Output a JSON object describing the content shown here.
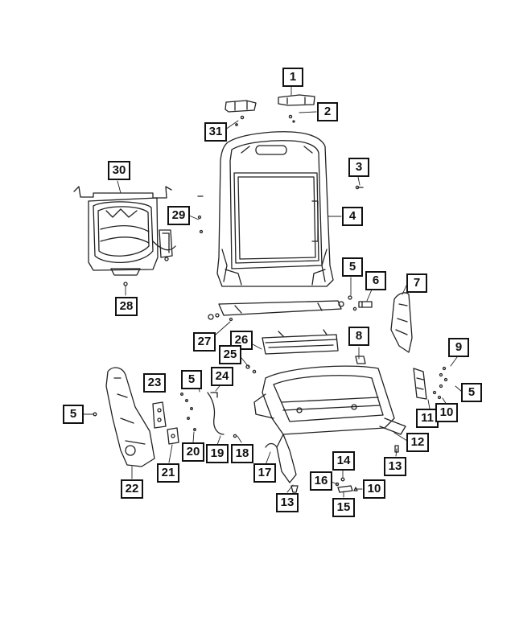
{
  "diagram": {
    "callouts": [
      {
        "id": "c1",
        "label": "1"
      },
      {
        "id": "c2",
        "label": "2"
      },
      {
        "id": "c31",
        "label": "31"
      },
      {
        "id": "c3",
        "label": "3"
      },
      {
        "id": "c30",
        "label": "30"
      },
      {
        "id": "c4",
        "label": "4"
      },
      {
        "id": "c29",
        "label": "29"
      },
      {
        "id": "c5a",
        "label": "5"
      },
      {
        "id": "c6",
        "label": "6"
      },
      {
        "id": "c7",
        "label": "7"
      },
      {
        "id": "c28",
        "label": "28"
      },
      {
        "id": "c27",
        "label": "27"
      },
      {
        "id": "c26",
        "label": "26"
      },
      {
        "id": "c25",
        "label": "25"
      },
      {
        "id": "c8",
        "label": "8"
      },
      {
        "id": "c9",
        "label": "9"
      },
      {
        "id": "c23",
        "label": "23"
      },
      {
        "id": "c5b",
        "label": "5"
      },
      {
        "id": "c24",
        "label": "24"
      },
      {
        "id": "c5c",
        "label": "5"
      },
      {
        "id": "c5d",
        "label": "5"
      },
      {
        "id": "c11",
        "label": "11"
      },
      {
        "id": "c10a",
        "label": "10"
      },
      {
        "id": "c20",
        "label": "20"
      },
      {
        "id": "c19",
        "label": "19"
      },
      {
        "id": "c18",
        "label": "18"
      },
      {
        "id": "c12",
        "label": "12"
      },
      {
        "id": "c21",
        "label": "21"
      },
      {
        "id": "c17",
        "label": "17"
      },
      {
        "id": "c13a",
        "label": "13"
      },
      {
        "id": "c14",
        "label": "14"
      },
      {
        "id": "c16",
        "label": "16"
      },
      {
        "id": "c10b",
        "label": "10"
      },
      {
        "id": "c22",
        "label": "22"
      },
      {
        "id": "c15",
        "label": "15"
      },
      {
        "id": "c13b",
        "label": "13"
      }
    ]
  }
}
